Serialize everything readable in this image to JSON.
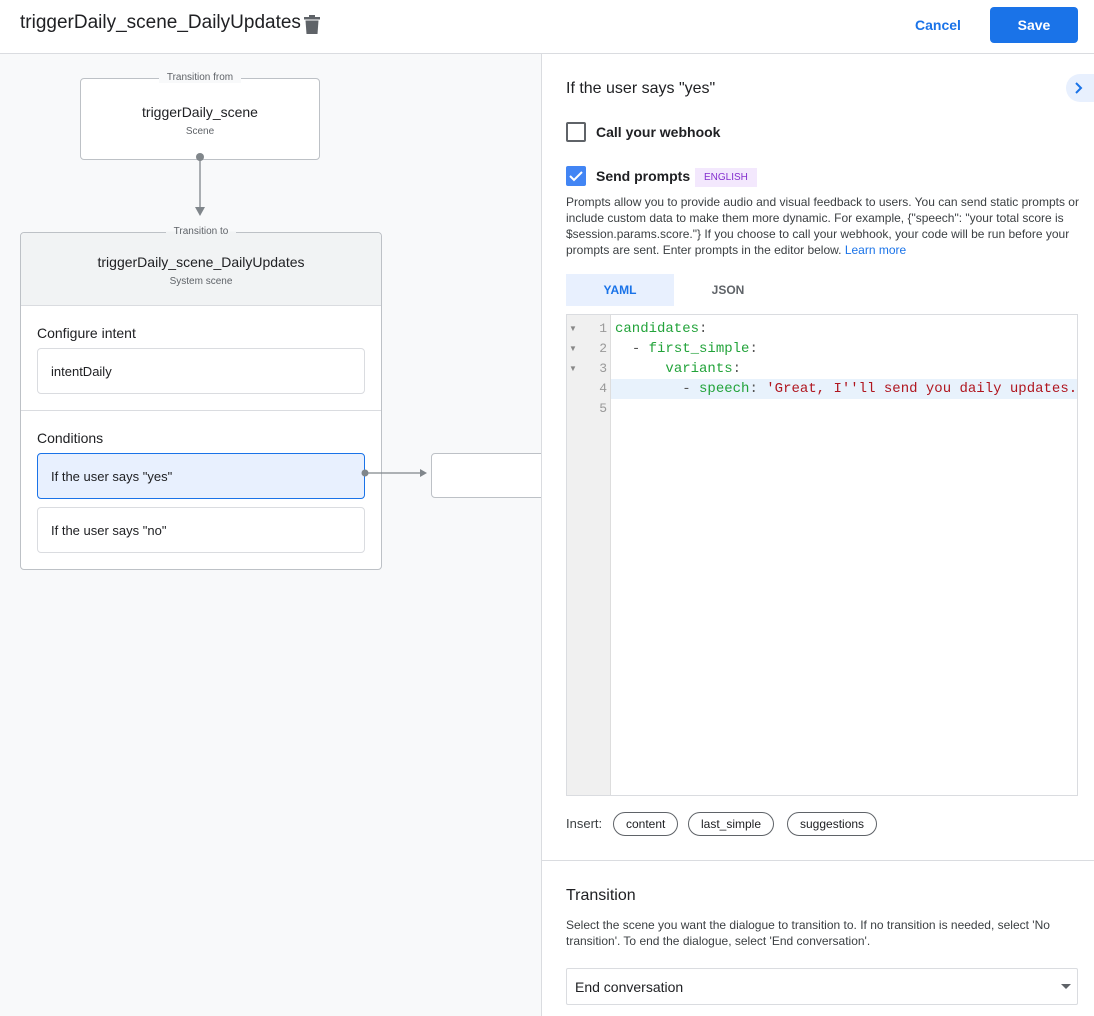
{
  "header": {
    "title": "triggerDaily_scene_DailyUpdates",
    "cancel_label": "Cancel",
    "save_label": "Save"
  },
  "canvas": {
    "from": {
      "legend": "Transition from",
      "name": "triggerDaily_scene",
      "type": "Scene"
    },
    "to": {
      "legend": "Transition to",
      "name": "triggerDaily_scene_DailyUpdates",
      "type": "System scene",
      "configure_intent_label": "Configure intent",
      "intent": "intentDaily",
      "conditions_label": "Conditions",
      "conditions": [
        "If the user says \"yes\"",
        "If the user says \"no\""
      ]
    }
  },
  "panel": {
    "title": "If the user says \"yes\"",
    "webhook": {
      "label": "Call your webhook",
      "checked": false
    },
    "prompts": {
      "label": "Send prompts",
      "checked": true,
      "badge": "ENGLISH",
      "description": "Prompts allow you to provide audio and visual feedback to users. You can send static prompts or include custom data to make them more dynamic. For example, {\"speech\": \"your total score is $session.params.score.\"} If you choose to call your webhook, your code will be run before your prompts are sent. Enter prompts in the editor below.",
      "learn_more": "Learn more"
    },
    "tabs": [
      {
        "label": "YAML",
        "active": true
      },
      {
        "label": "JSON",
        "active": false
      }
    ],
    "editor": {
      "line_numbers": [
        "1",
        "2",
        "3",
        "4",
        "5"
      ],
      "lines": [
        {
          "indent": "",
          "dash": "",
          "key": "candidates",
          "colon": ":",
          "value": ""
        },
        {
          "indent": "  ",
          "dash": "- ",
          "key": "first_simple",
          "colon": ":",
          "value": ""
        },
        {
          "indent": "      ",
          "dash": "",
          "key": "variants",
          "colon": ":",
          "value": ""
        },
        {
          "indent": "        ",
          "dash": "- ",
          "key": "speech",
          "colon": ": ",
          "value": "'Great, I''ll send you daily updates."
        },
        {
          "indent": "",
          "dash": "",
          "key": "",
          "colon": "",
          "value": ""
        }
      ]
    },
    "insert_label": "Insert:",
    "insert_chips": [
      "content",
      "last_simple",
      "suggestions"
    ],
    "transition": {
      "title": "Transition",
      "description": "Select the scene you want the dialogue to transition to. If no transition is needed, select 'No transition'. To end the dialogue, select 'End conversation'.",
      "selected": "End conversation"
    }
  },
  "colors": {
    "accent": "#1a73e8",
    "selected_bg": "#e8f0fe",
    "badge_bg": "#f3e8fd",
    "badge_text": "#8430ce"
  }
}
